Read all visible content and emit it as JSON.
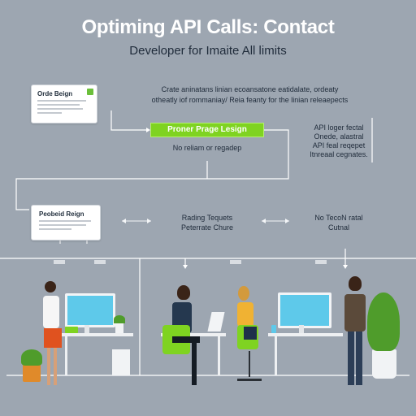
{
  "header": {
    "title": "Optiming API Calls: Contact",
    "subtitle": "Developer for Imaite All limits"
  },
  "cards": {
    "top_left": {
      "heading": "Orde Beign"
    },
    "mid_left": {
      "heading": "Peobeid Reign"
    }
  },
  "notes": {
    "top_right_1": "Crate aninatans linian ecoansatone eatidalate, ordeaty",
    "top_right_2": "otheatly iof rommaniay/ Reia feanty for the linian releaepects",
    "center_action": "Proner Prage Lesign",
    "center_caption": "No reliam or regadep",
    "side_right_1": "API loger fectal",
    "side_right_2": "Onede, alastral",
    "side_right_3": "API feal reqepet",
    "side_right_4": "Itnreaal cegnates.",
    "mid_center_1": "Rading Tequets",
    "mid_center_2": "Peterrate Chure",
    "mid_right_1": "No TecoN ratal",
    "mid_right_2": "Cutnal"
  },
  "colors": {
    "background": "#9da6b1",
    "accent_green": "#7fd321",
    "screen_blue": "#5ec9ea"
  }
}
